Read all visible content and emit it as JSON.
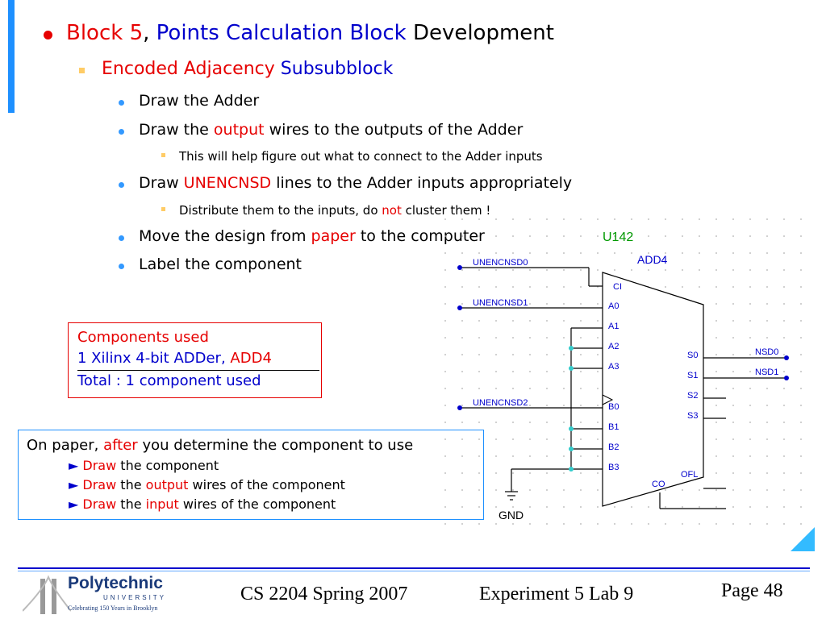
{
  "slide": {
    "title": {
      "part1": "Block 5",
      "sep": ",",
      "part2": "Points Calculation Block",
      "part3": "Development"
    },
    "sub": {
      "part1": "Encoded Adjacency",
      "part2": "Subsubblock"
    },
    "items": {
      "draw_adder": "Draw the Adder",
      "draw_output": {
        "pre": "Draw the",
        "hl": "output",
        "post": "wires to the outputs of the Adder"
      },
      "help_note": "This will help figure out what to connect to the Adder inputs",
      "draw_unencnsd": {
        "pre": "Draw",
        "hl": "UNENCNSD",
        "post": "lines to the Adder inputs appropriately"
      },
      "distribute": {
        "pre": "Distribute them to the inputs, do",
        "hl": "not",
        "post": "cluster them !"
      },
      "move_design": {
        "pre": "Move the design from",
        "hl": "paper",
        "post": "to the computer"
      },
      "label_component": "Label the component"
    }
  },
  "components_box": {
    "title": "Components used",
    "line": {
      "pre": "1 Xilinx 4-bit ADDer,",
      "hl": "ADD4"
    },
    "total": "Total : 1 component used"
  },
  "paper_box": {
    "line1": {
      "pre": "On paper,",
      "hl": "after",
      "post": "you determine the component to use"
    },
    "arrow": "►",
    "line2": {
      "hl": "Draw",
      "post": "the component"
    },
    "line3": {
      "hl": "Draw",
      "mid": "the",
      "hl2": "output",
      "post": "wires of the component"
    },
    "line4": {
      "hl": "Draw",
      "mid": "the",
      "hl2": "input",
      "post": "wires of the component"
    }
  },
  "schematic": {
    "instance": "U142",
    "type": "ADD4",
    "pins_left": [
      "CI",
      "A0",
      "A1",
      "A2",
      "A3",
      "B0",
      "B1",
      "B2",
      "B3"
    ],
    "pins_right": [
      "S0",
      "S1",
      "S2",
      "S3",
      "OFL"
    ],
    "pin_co": "CO",
    "nets_in": [
      "UNENCNSD0",
      "UNENCNSD1",
      "UNENCNSD2"
    ],
    "nets_out": [
      "NSD0",
      "NSD1"
    ],
    "gnd": "GND"
  },
  "footer": {
    "logo_name": "Polytechnic",
    "logo_sub": "UNIVERSITY",
    "logo_tag": "Celebrating 150 Years in Brooklyn",
    "course": "CS 2204 Spring 2007",
    "experiment": "Experiment 5 Lab 9",
    "page": "Page 48"
  },
  "colors": {
    "accent_blue": "#0000cc",
    "accent_red": "#e60000",
    "frame_blue": "#1e90ff",
    "schematic_label": "#0000cc",
    "instance_label": "#009900"
  }
}
